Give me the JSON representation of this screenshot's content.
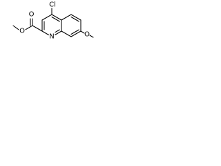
{
  "molecule": {
    "atoms": {
      "chlorine": "Cl",
      "ester_carbonyl_oxygen": "O",
      "ester_methoxy_oxygen": "O",
      "ring_nitrogen": "N",
      "aryl_methoxy_oxygen": "O"
    },
    "colors": {
      "bond": "#000000",
      "label": "#000000",
      "background": "#ffffff"
    }
  }
}
